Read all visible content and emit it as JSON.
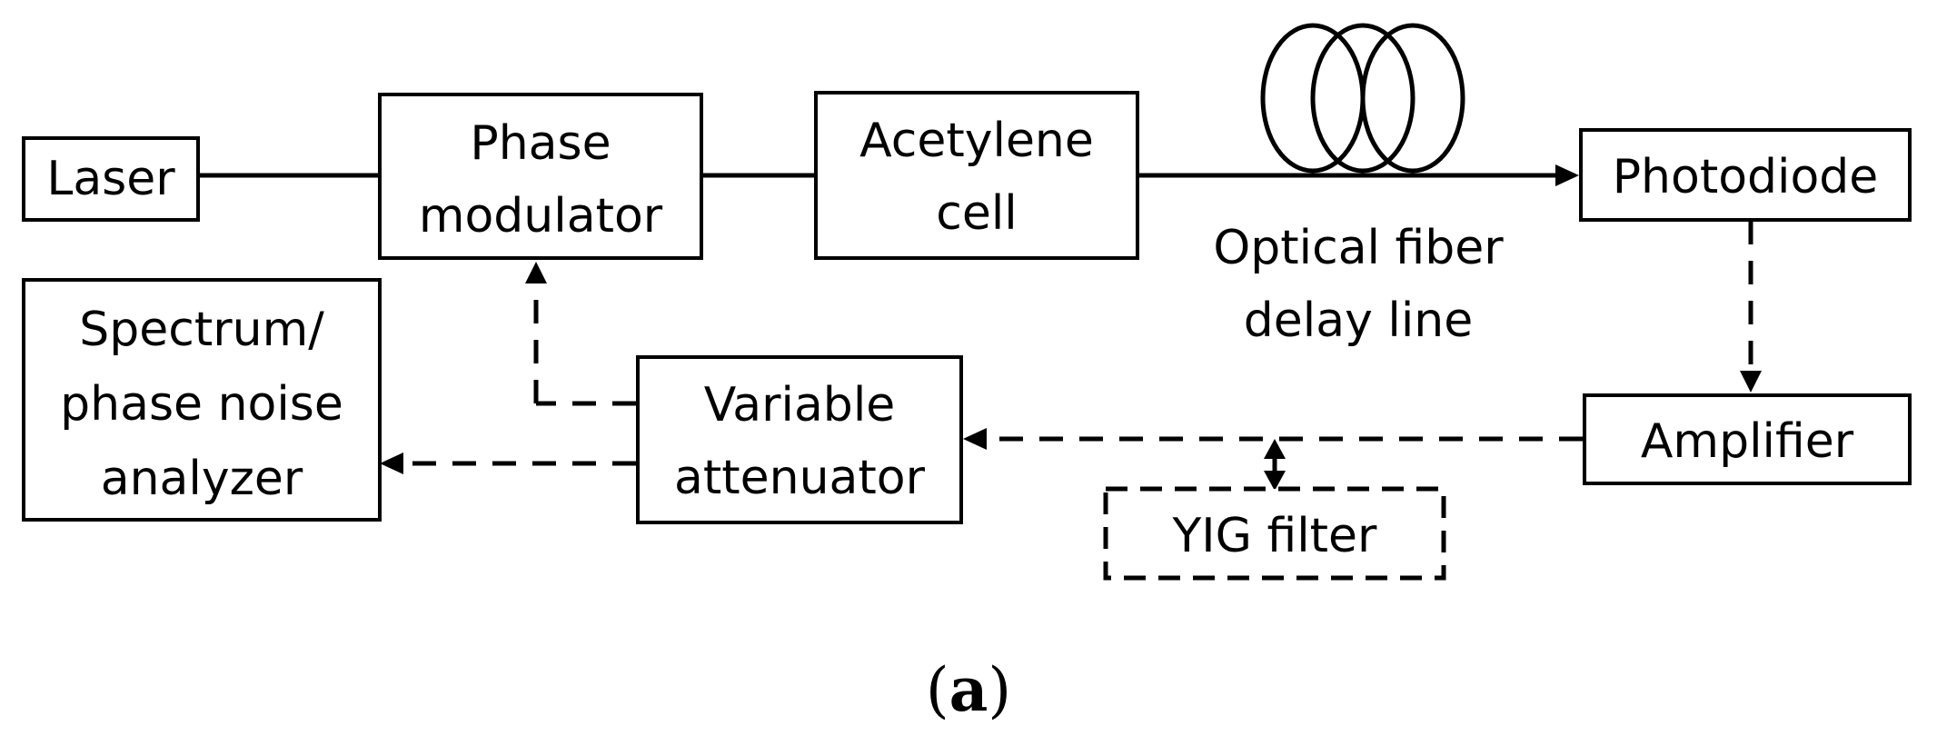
{
  "blocks": {
    "laser": [
      "Laser"
    ],
    "phase_modulator": [
      "Phase",
      "modulator"
    ],
    "acetylene_cell": [
      "Acetylene",
      "cell"
    ],
    "photodiode": [
      "Photodiode"
    ],
    "amplifier": [
      "Amplifier"
    ],
    "variable_attenuator": [
      "Variable",
      "attenuator"
    ],
    "spectrum_analyzer": [
      "Spectrum/",
      "phase noise",
      "analyzer"
    ],
    "yig_filter": [
      "YIG filter"
    ]
  },
  "fiber_label": [
    "Optical fiber",
    "delay line"
  ],
  "caption": {
    "open": "(",
    "letter": "a",
    "close": ")"
  }
}
